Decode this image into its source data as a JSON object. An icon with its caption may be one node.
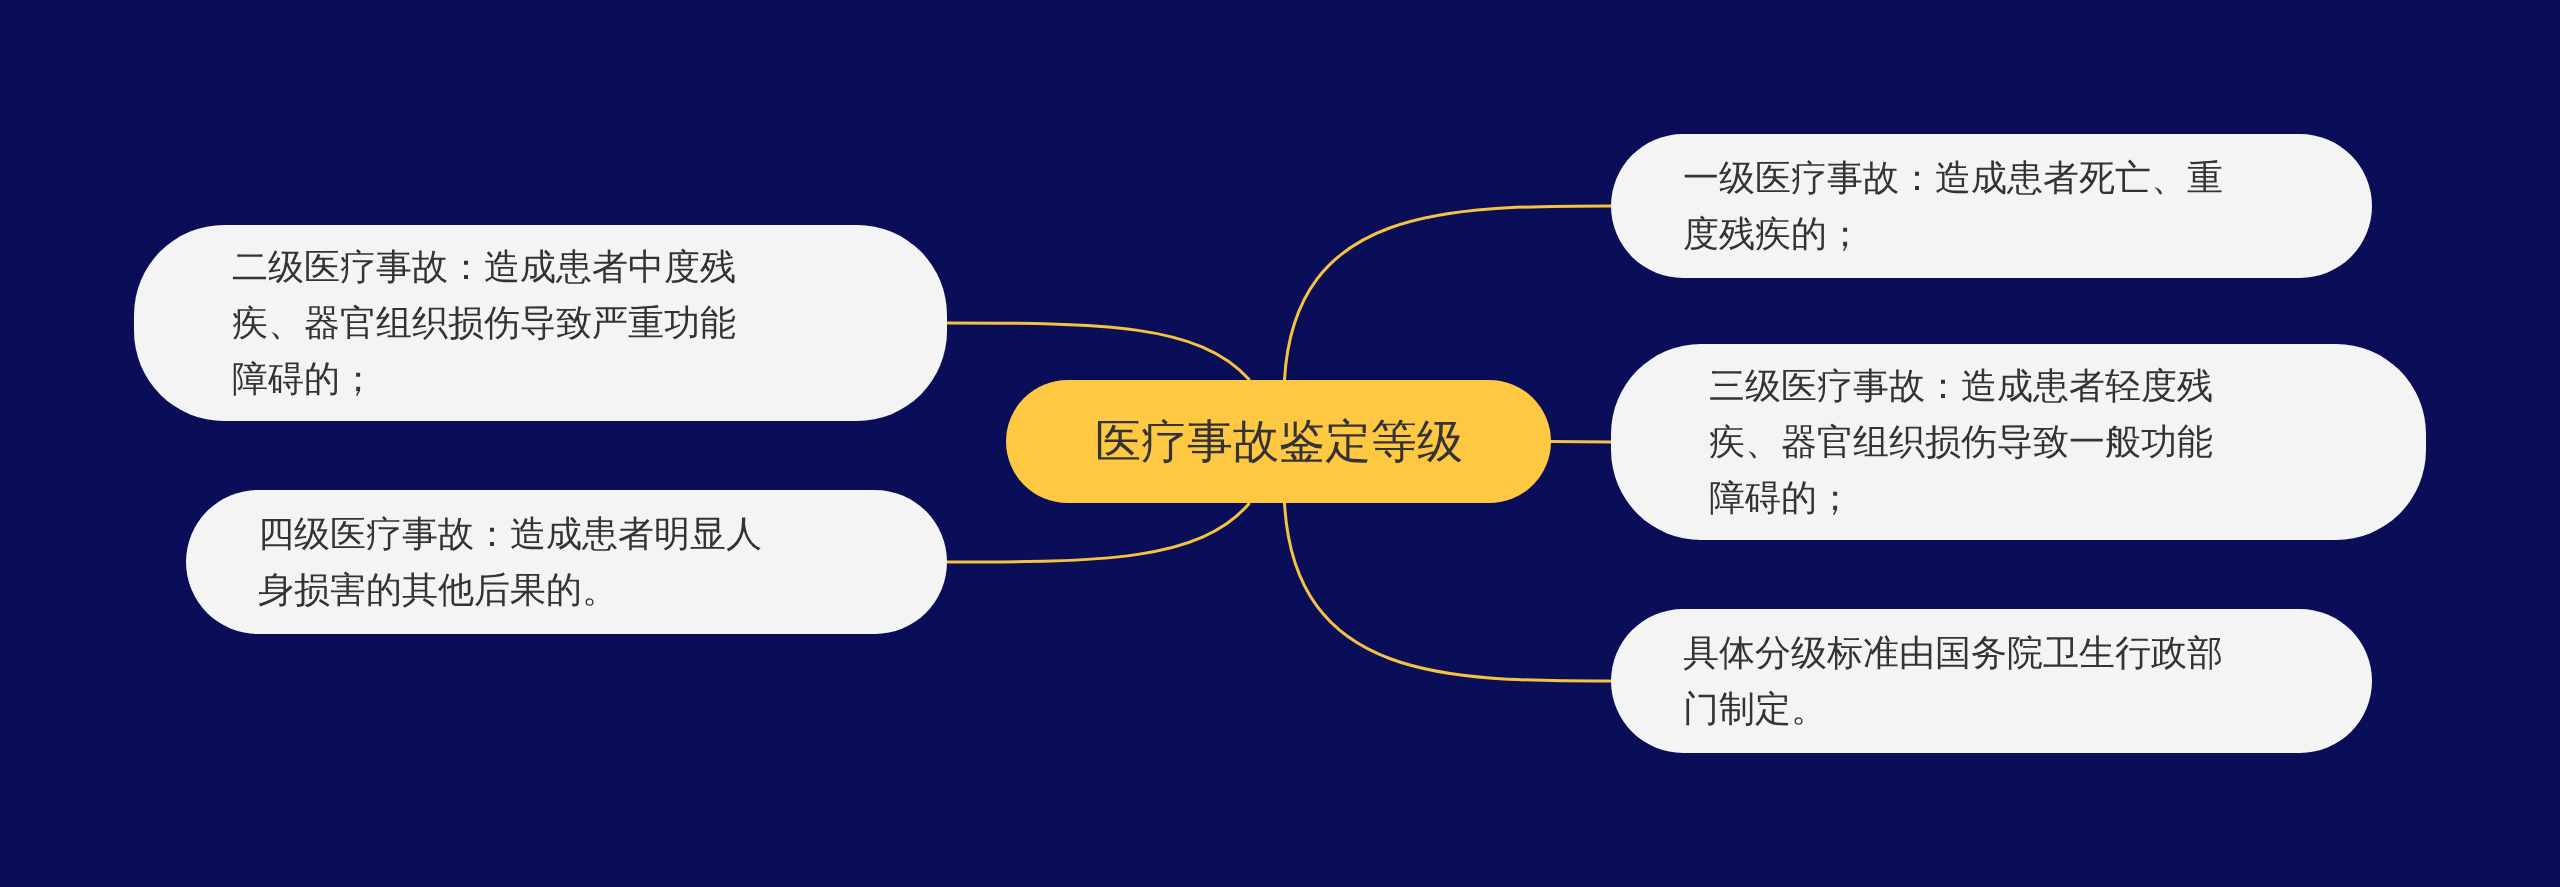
{
  "diagram": {
    "nodes": [
      {
        "text": [
          "医疗事故鉴定等级"
        ]
      },
      {
        "text": [
          "一级医疗事故：造成患者死亡、重度残疾的；"
        ]
      },
      {
        "text": [
          "二级医疗事故：造成患者中度残疾、器官组织损伤导致严重功能障碍的；"
        ]
      },
      {
        "text": [
          "三级医疗事故：造成患者轻度残疾、器官组织损伤导致一般功能障碍的；"
        ]
      },
      {
        "text": [
          "四级医疗事故：造成患者明显人身损害的其他后果的。"
        ]
      },
      {
        "text": [
          "具体分级标准由国务院卫生行政部门制定。"
        ]
      }
    ],
    "edges": [
      {
        "from": 0,
        "to": 1,
        "arrow": "none"
      },
      {
        "from": 0,
        "to": 2,
        "arrow": "none"
      },
      {
        "from": 0,
        "to": 3,
        "arrow": "none"
      },
      {
        "from": 0,
        "to": 4,
        "arrow": "none"
      },
      {
        "from": 0,
        "to": 5,
        "arrow": "none"
      }
    ]
  }
}
